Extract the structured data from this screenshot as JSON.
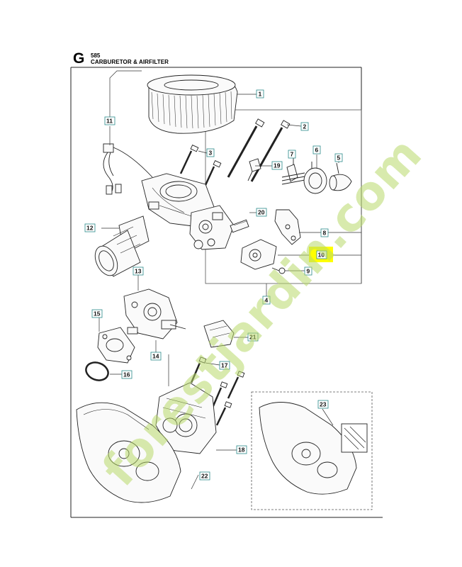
{
  "page": {
    "section_letter": "G",
    "model": "585",
    "title": "CARBURETOR & AIRFILTER",
    "watermark": "forestjardin.com"
  },
  "callouts": [
    {
      "id": "1",
      "label": "1"
    },
    {
      "id": "2",
      "label": "2"
    },
    {
      "id": "3",
      "label": "3"
    },
    {
      "id": "4",
      "label": "4"
    },
    {
      "id": "5",
      "label": "5"
    },
    {
      "id": "6",
      "label": "6"
    },
    {
      "id": "7",
      "label": "7"
    },
    {
      "id": "8",
      "label": "8"
    },
    {
      "id": "9",
      "label": "9"
    },
    {
      "id": "10",
      "label": "10",
      "highlighted": true
    },
    {
      "id": "11",
      "label": "11"
    },
    {
      "id": "12",
      "label": "12"
    },
    {
      "id": "13",
      "label": "13"
    },
    {
      "id": "14",
      "label": "14"
    },
    {
      "id": "15",
      "label": "15"
    },
    {
      "id": "16",
      "label": "16"
    },
    {
      "id": "17",
      "label": "17"
    },
    {
      "id": "18",
      "label": "18"
    },
    {
      "id": "19",
      "label": "19"
    },
    {
      "id": "20",
      "label": "20"
    },
    {
      "id": "21",
      "label": "21"
    },
    {
      "id": "22",
      "label": "22"
    },
    {
      "id": "23",
      "label": "23"
    }
  ],
  "colors": {
    "highlight": "#ffff00",
    "callout_border": "#2a8a8a",
    "watermark": "#b8d86a",
    "line": "#222222"
  }
}
